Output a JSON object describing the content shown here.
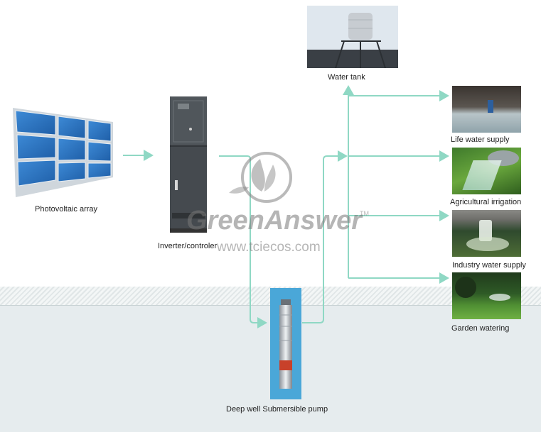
{
  "labels": {
    "pv": "Photovoltaic array",
    "inverter": "Inverter/controler",
    "tank": "Water tank",
    "life": "Life water supply",
    "agri": "Agricultural irrigation",
    "industry": "Industry water supply",
    "garden": "Garden watering",
    "pump": "Deep well Submersible pump"
  },
  "watermark": {
    "brand": "GreenAnswer",
    "tm": "TM",
    "url": "www.tciecos.com"
  },
  "colors": {
    "flow": "#8fd8c4",
    "panel": "#2e6fb8",
    "cabinet": "#454a4f",
    "pump_bg": "#4aa7d8"
  }
}
